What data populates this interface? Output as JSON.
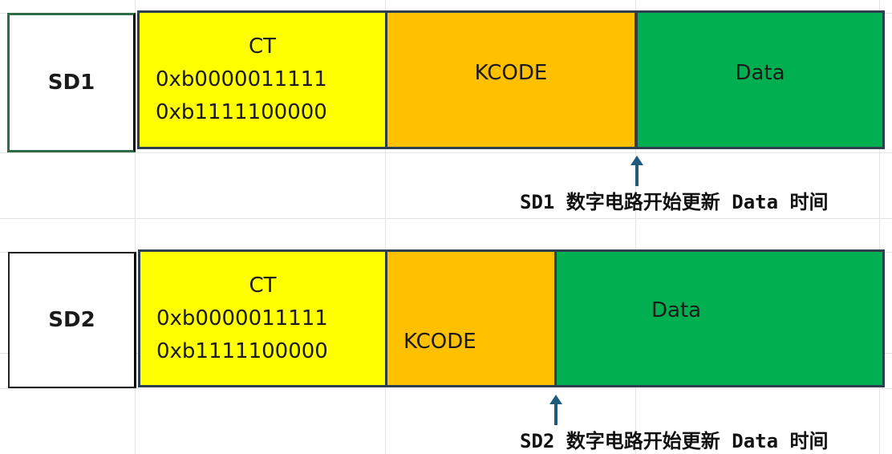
{
  "rows": [
    {
      "label": "SD1",
      "ct_title": "CT",
      "ct_values": [
        "0xb0000011111",
        "0xb1111100000"
      ],
      "kcode": "KCODE",
      "data": "Data",
      "caption": "SD1 数字电路开始更新 Data 时间"
    },
    {
      "label": "SD2",
      "ct_title": "CT",
      "ct_values": [
        "0xb0000011111",
        "0xb1111100000"
      ],
      "kcode": "KCODE",
      "data": "Data",
      "caption": "SD2 数字电路开始更新 Data 时间"
    }
  ],
  "colors": {
    "ct": "#ffff00",
    "kcode": "#ffc000",
    "data": "#00b050",
    "border": "#2c3e50",
    "arrow": "#1f5a7a"
  },
  "icons": [
    "arrow-up-icon"
  ]
}
